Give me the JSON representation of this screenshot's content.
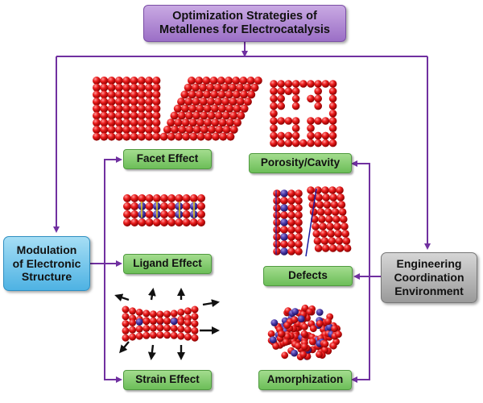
{
  "title": {
    "line1": "Optimization Strategies of",
    "line2": "Metallenes for Electrocatalysis"
  },
  "left_box": {
    "line1": "Modulation",
    "line2": "of Electronic",
    "line3": "Structure"
  },
  "right_box": {
    "line1": "Engineering",
    "line2": "Coordination",
    "line3": "Environment"
  },
  "electronic_strategies": [
    "Facet Effect",
    "Ligand Effect",
    "Strain Effect"
  ],
  "coordination_strategies": [
    "Porosity/Cavity",
    "Defects",
    "Amorphization"
  ],
  "colors": {
    "arrow": "#7030a0",
    "atom_red": "#e01010",
    "atom_blue": "#4030a0",
    "strategy_box": "#76c060",
    "title_box": "#b48ad8",
    "left_box": "#5ab8e6",
    "right_box": "#a8a8a8"
  }
}
